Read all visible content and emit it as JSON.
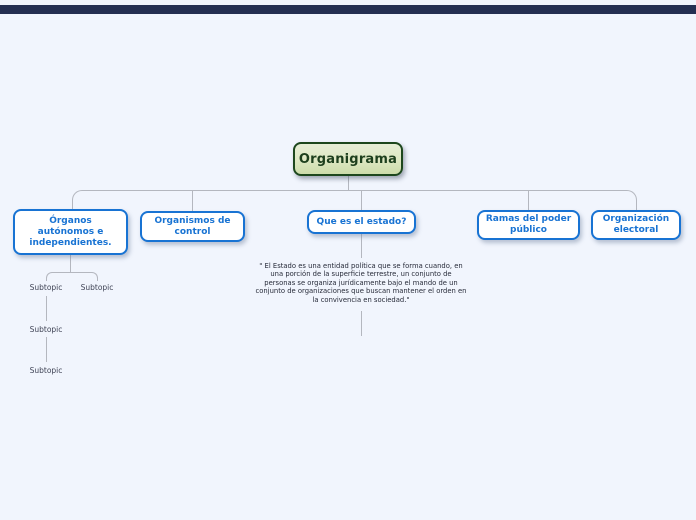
{
  "root": {
    "label": "Organigrama"
  },
  "children": [
    {
      "label": "Órganos autónomos e independientes."
    },
    {
      "label": "Organismos de control"
    },
    {
      "label": "Que es el estado?"
    },
    {
      "label": "Ramas del poder público"
    },
    {
      "label": "Organización electoral"
    }
  ],
  "subtopics": [
    {
      "label": "Subtopic"
    },
    {
      "label": "Subtopic"
    },
    {
      "label": "Subtopic"
    },
    {
      "label": "Subtopic"
    }
  ],
  "note": {
    "text": "\" El Estado es una entidad política que se forma cuando, en una porción de la superficie terrestre, un conjunto de personas se organiza jurídicamente bajo el mando de un conjunto de organizaciones que buscan mantener el orden en la convivencia en sociedad.\""
  },
  "colors": {
    "bg": "#f1f5fd",
    "topbar": "#242f52",
    "accent-blue": "#1873d3",
    "line-gray": "#b4b7bf",
    "green-border": "#1d471d",
    "green-text": "#1d3f1d",
    "green-light": "#e7eed6",
    "green-mid": "#ccdcaa",
    "note-text": "#262a38",
    "subtopic-text": "#3f4355"
  }
}
